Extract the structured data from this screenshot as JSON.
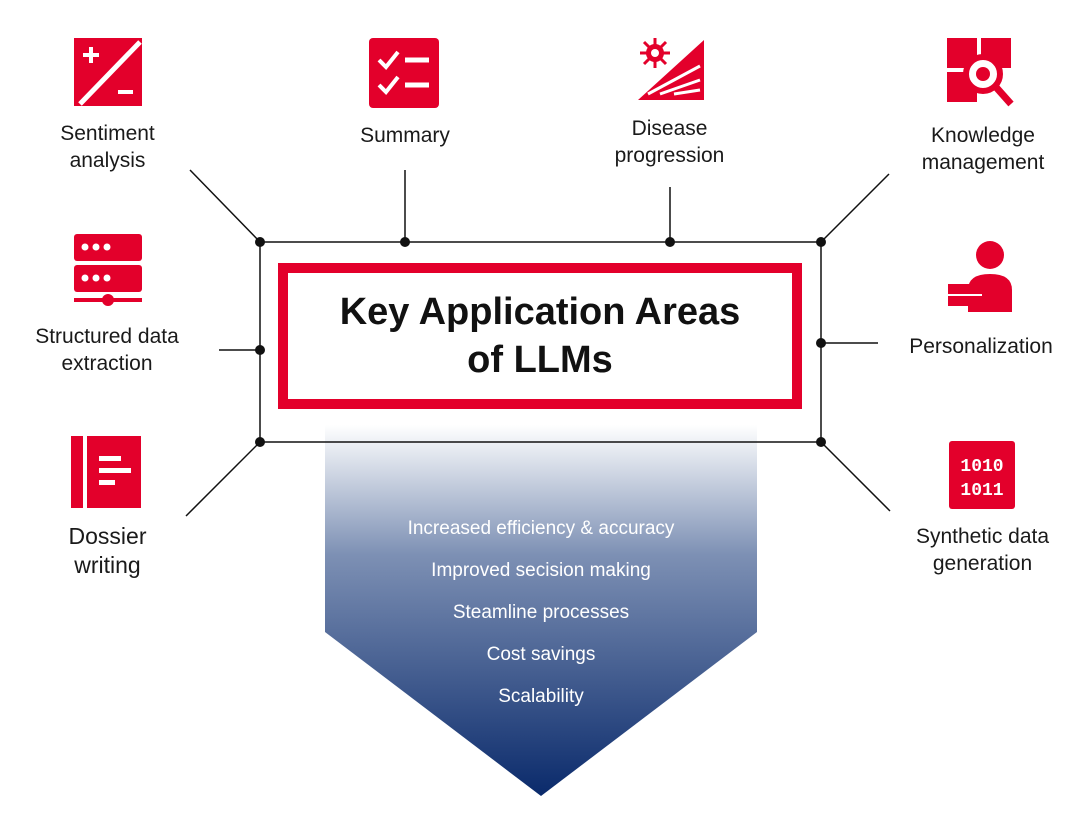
{
  "title": {
    "line1": "Key Application Areas",
    "line2": "of LLMs"
  },
  "applications": {
    "sentiment": {
      "line1": "Sentiment",
      "line2": "analysis",
      "icon": "plus-minus-icon"
    },
    "summary": {
      "line1": "Summary",
      "icon": "checklist-icon"
    },
    "disease": {
      "line1": "Disease",
      "line2": "progression",
      "icon": "virus-stairs-icon"
    },
    "knowledge": {
      "line1": "Knowledge",
      "line2": "management",
      "icon": "blocks-magnifier-icon"
    },
    "structured": {
      "line1": "Structured data",
      "line2": "extraction",
      "icon": "server-rack-icon"
    },
    "personalization": {
      "line1": "Personalization",
      "icon": "person-card-icon"
    },
    "dossier": {
      "line1": "Dossier",
      "line2": "writing",
      "icon": "document-icon"
    },
    "synthetic": {
      "line1": "Synthetic data",
      "line2": "generation",
      "icon": "binary-icon"
    }
  },
  "benefits": [
    "Increased efficiency & accuracy",
    "Improved secision making",
    "Steamline processes",
    "Cost savings",
    "Scalability"
  ],
  "colors": {
    "accent": "#e3002b",
    "arrow_top": "#ffffff",
    "arrow_bottom": "#0a2a6b",
    "line": "#111111"
  }
}
